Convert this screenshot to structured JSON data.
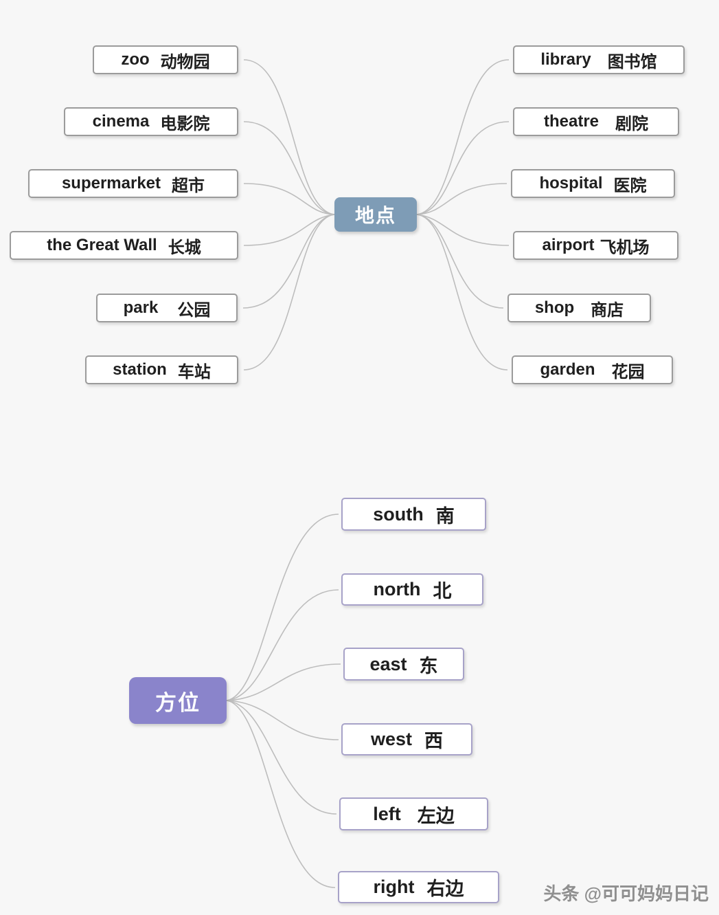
{
  "page": {
    "watermark": "头条 @可可妈妈日记"
  },
  "colors": {
    "background": "#f7f7f7",
    "center_top_bg": "#7e9cb6",
    "center_bottom_bg": "#8a84cb",
    "node_border": "#9b9b9b",
    "node_border_bottom": "#a7a2c8",
    "connector": "#bdbdbd",
    "text": "#1f1f1f",
    "watermark": "#8f8f8f"
  },
  "maps": [
    {
      "id": "places",
      "center": "地点",
      "left": [
        {
          "en": "zoo",
          "zh": "动物园"
        },
        {
          "en": "cinema",
          "zh": "电影院"
        },
        {
          "en": "supermarket",
          "zh": "超市"
        },
        {
          "en": "the Great Wall",
          "zh": "长城"
        },
        {
          "en": "park",
          "zh": "公园"
        },
        {
          "en": "station",
          "zh": "车站"
        }
      ],
      "right": [
        {
          "en": "library",
          "zh": "图书馆"
        },
        {
          "en": "theatre",
          "zh": "剧院"
        },
        {
          "en": "hospital",
          "zh": "医院"
        },
        {
          "en": "airport",
          "zh": "飞机场"
        },
        {
          "en": "shop",
          "zh": "商店"
        },
        {
          "en": "garden",
          "zh": "花园"
        }
      ]
    },
    {
      "id": "directions",
      "center": "方位",
      "right": [
        {
          "en": "south",
          "zh": "南"
        },
        {
          "en": "north",
          "zh": "北"
        },
        {
          "en": "east",
          "zh": "东"
        },
        {
          "en": "west",
          "zh": "西"
        },
        {
          "en": "left",
          "zh": "左边"
        },
        {
          "en": "right",
          "zh": "右边"
        }
      ]
    }
  ]
}
